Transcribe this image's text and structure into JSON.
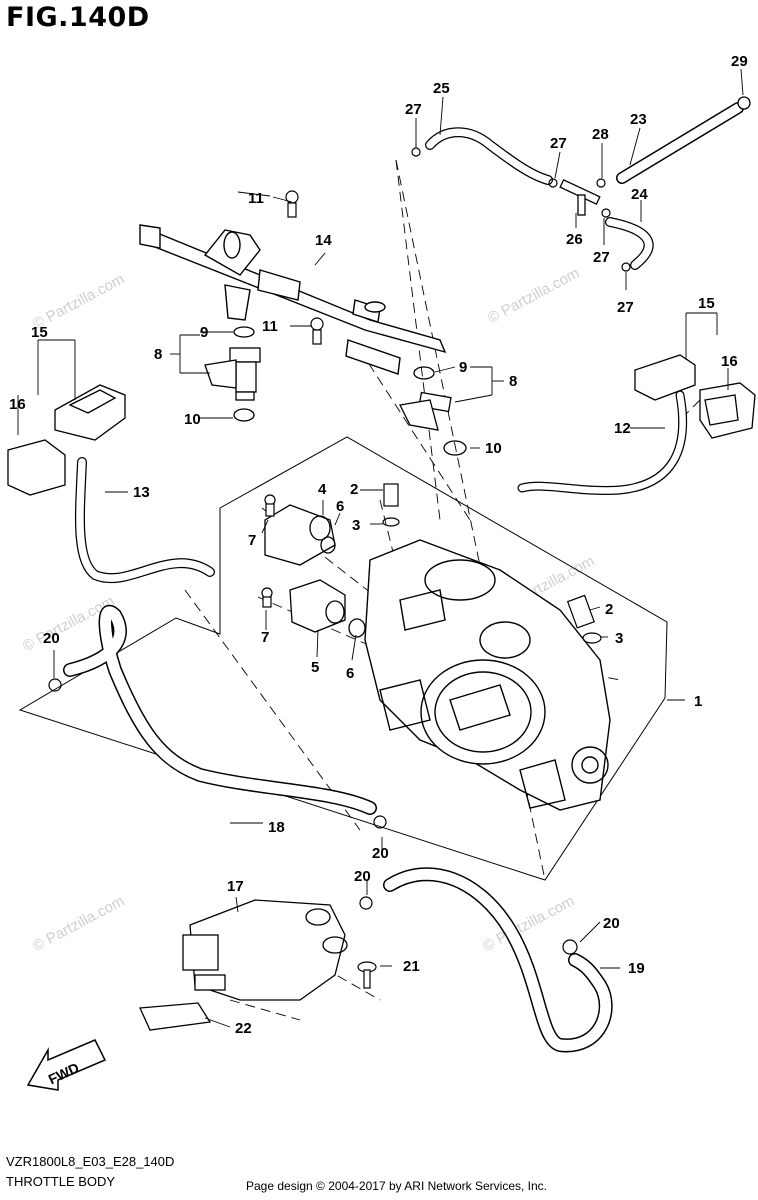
{
  "figure_title": "FIG.140D",
  "model_code": "VZR1800L8_E03_E28_140D",
  "section_name": "THROTTLE BODY",
  "credit": "Page design © 2004-2017 by ARI Network Services, Inc.",
  "watermark": "© Partzilla.com",
  "fwd_label": "FWD",
  "part_labels": [
    "1",
    "2",
    "2",
    "3",
    "3",
    "4",
    "5",
    "6",
    "6",
    "7",
    "7",
    "8",
    "8",
    "9",
    "9",
    "10",
    "10",
    "11",
    "11",
    "12",
    "13",
    "14",
    "15",
    "15",
    "16",
    "16",
    "17",
    "18",
    "19",
    "20",
    "20",
    "20",
    "20",
    "20",
    "21",
    "22",
    "23",
    "24",
    "25",
    "26",
    "27",
    "27",
    "27",
    "27",
    "28",
    "29"
  ]
}
